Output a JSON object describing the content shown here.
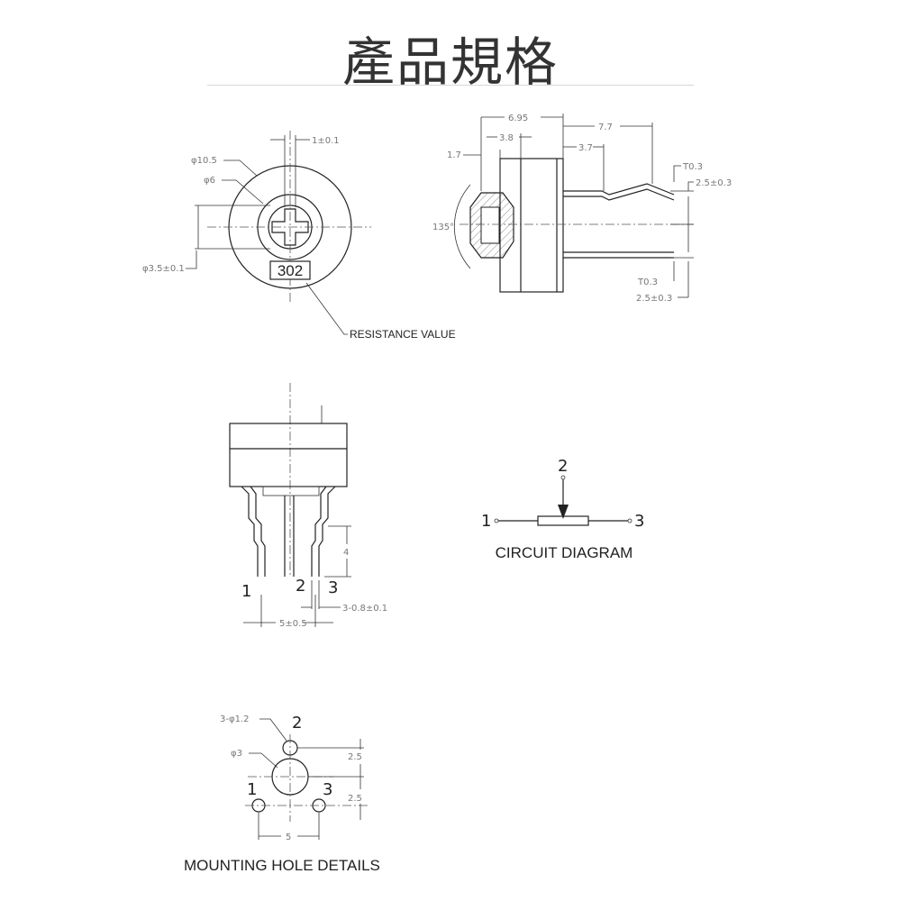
{
  "title": "產品規格",
  "top_view": {
    "dim_width_tol": "1±0.1",
    "dim_outer": "φ10.5",
    "dim_inner": "φ6",
    "dim_shaft": "φ3.5±0.1",
    "marking": "302",
    "resistance_label": "RESISTANCE VALUE"
  },
  "side_view": {
    "dim_6_95": "6.95",
    "dim_7_7": "7.7",
    "dim_3_8": "3.8",
    "dim_1_7": "1.7",
    "dim_3_7": "3.7",
    "dim_t03_top": "T0.3",
    "dim_25_top": "2.5±0.3",
    "angle": "135°",
    "dim_t03_bottom": "T0.3",
    "dim_25_bottom": "2.5±0.3"
  },
  "front_view": {
    "pin1": "1",
    "pin2": "2",
    "pin3": "3",
    "dim_4": "4",
    "dim_pin_width": "3-0.8±0.1",
    "dim_pitch": "5±0.5"
  },
  "circuit": {
    "pin1": "1",
    "pin2": "2",
    "pin3": "3",
    "caption": "CIRCUIT DIAGRAM"
  },
  "mounting": {
    "dim_holes": "3-φ1.2",
    "dim_center": "φ3",
    "pin1": "1",
    "pin2": "2",
    "pin3": "3",
    "dim_v1": "2.5",
    "dim_v2": "2.5",
    "dim_h": "5",
    "caption": "MOUNTING HOLE DETAILS"
  }
}
